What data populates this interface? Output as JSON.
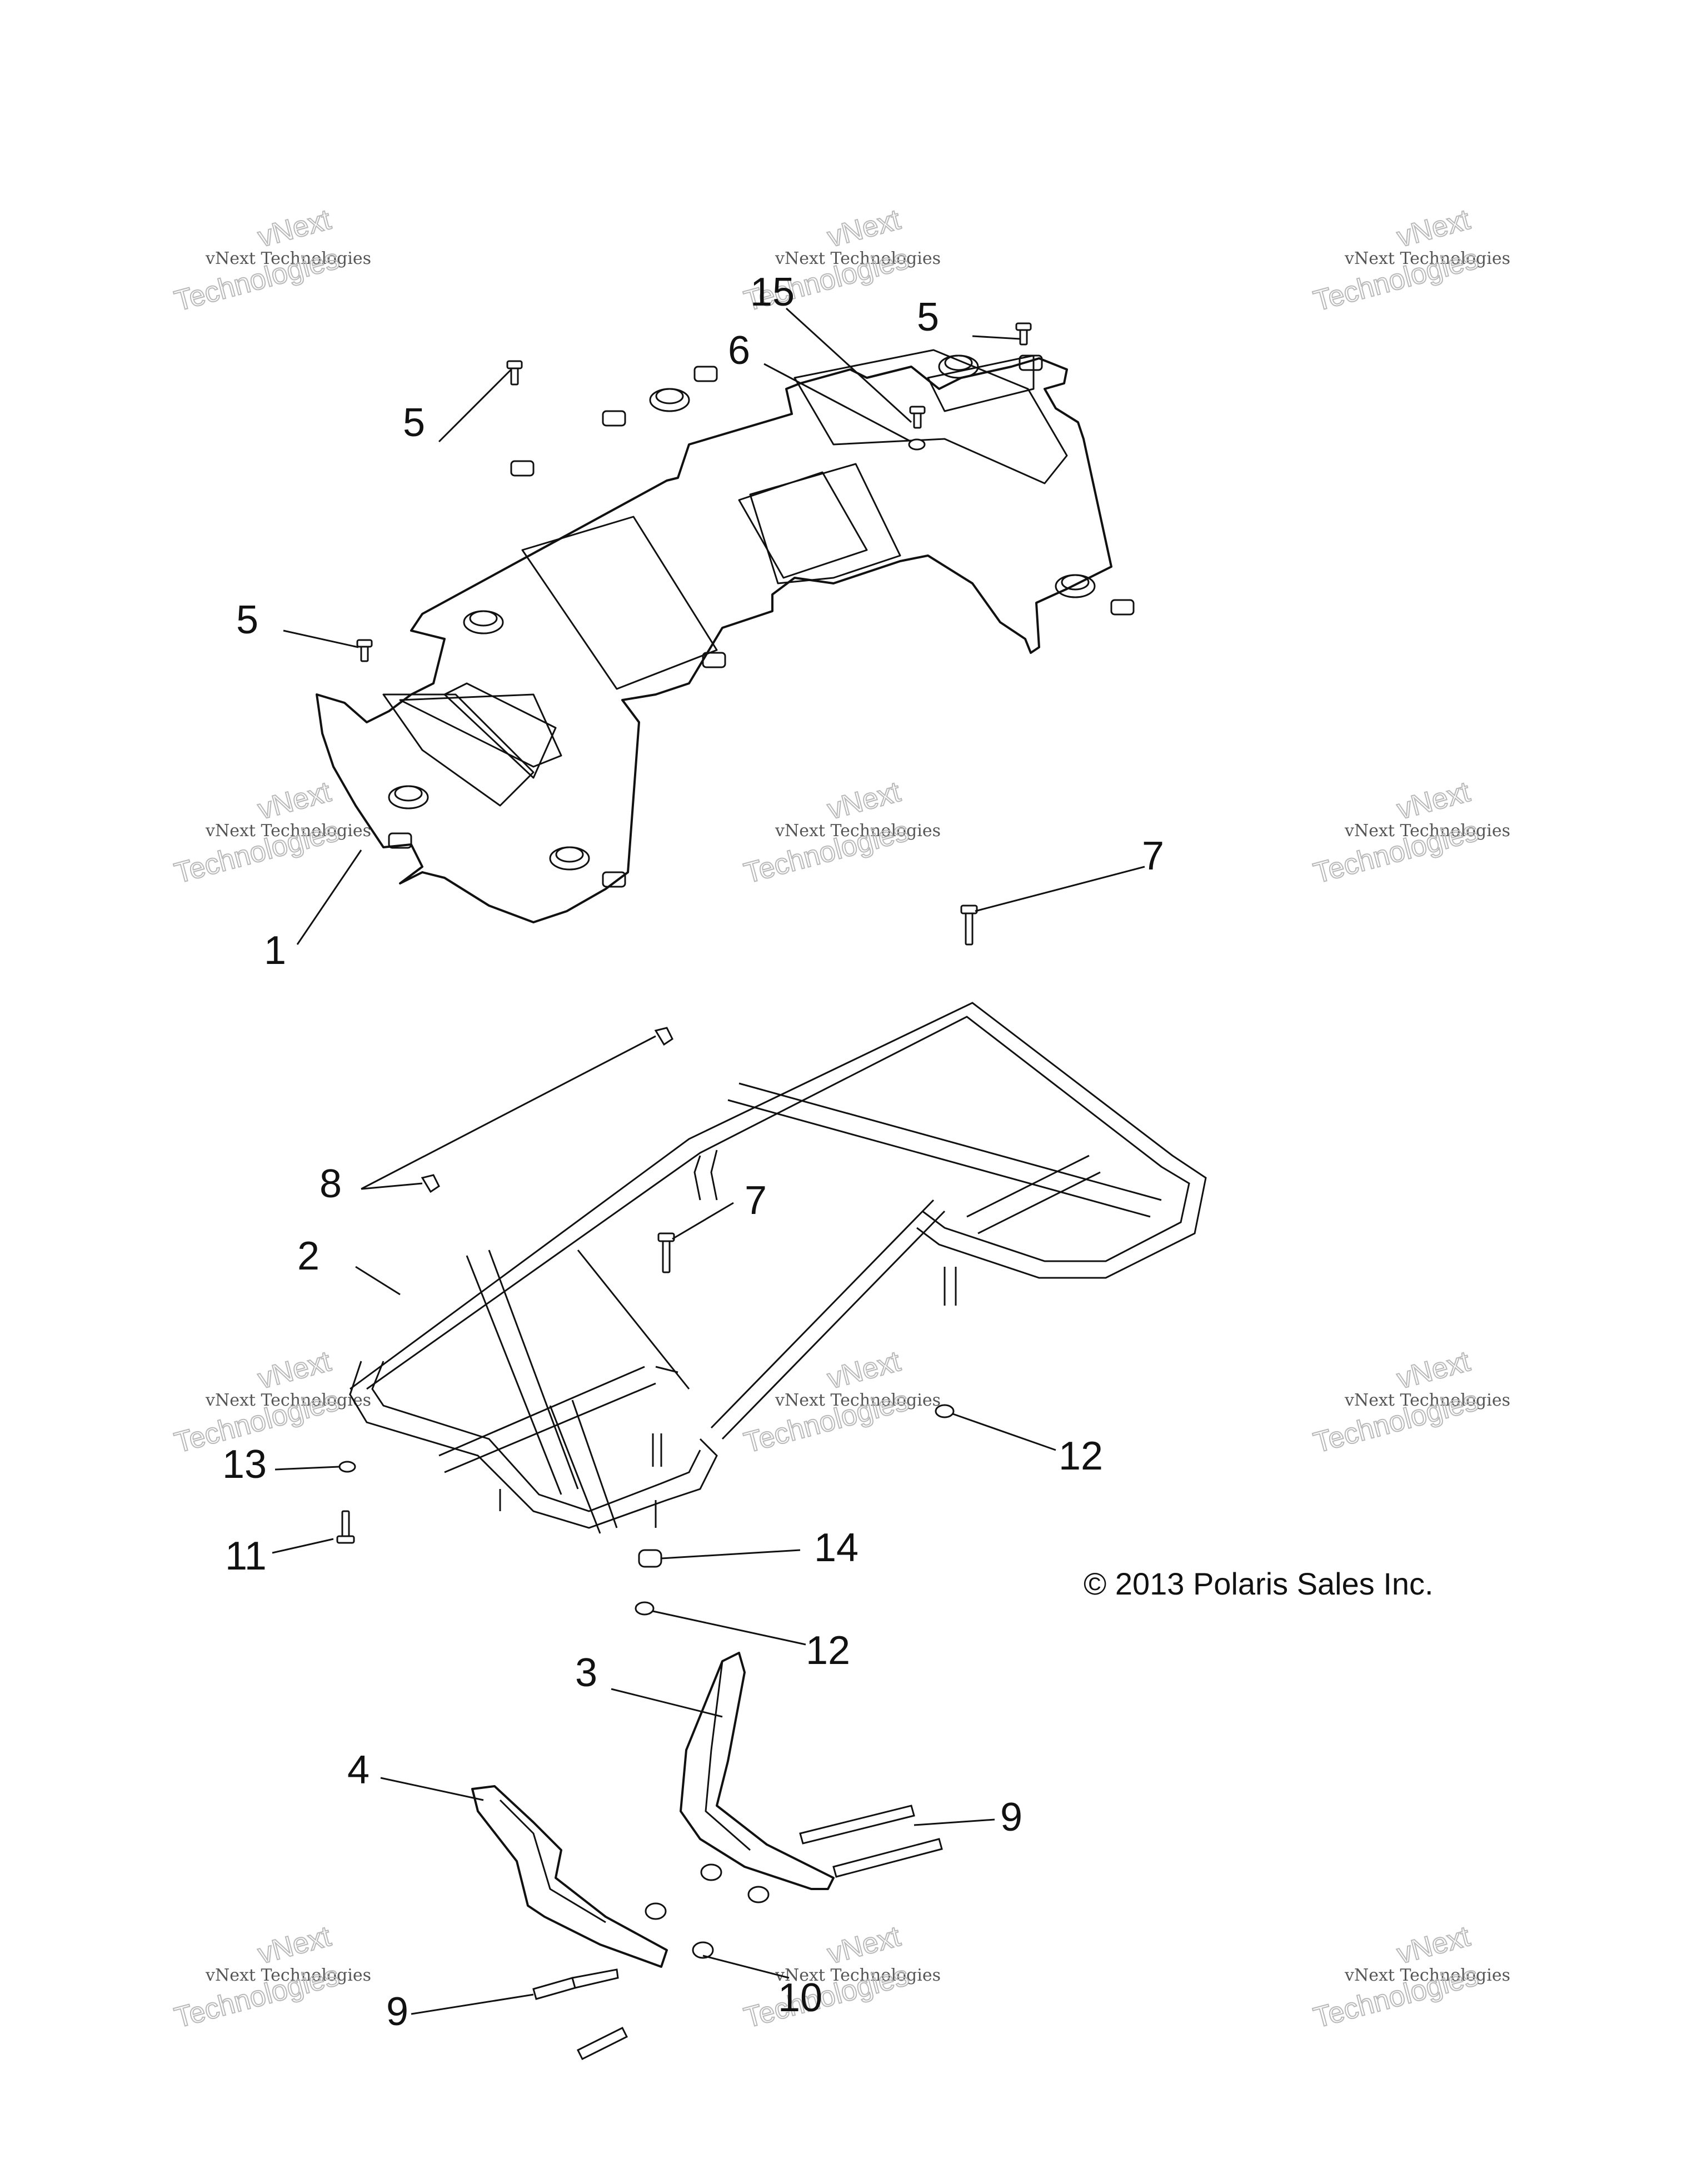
{
  "watermark": {
    "line1": "vNext",
    "line2": "vNext Technologies",
    "line3": "Technologies"
  },
  "copyright": "© 2013 Polaris Sales Inc.",
  "callouts": [
    {
      "id": "c15",
      "label": "15"
    },
    {
      "id": "c5a",
      "label": "5"
    },
    {
      "id": "c6",
      "label": "6"
    },
    {
      "id": "c5b",
      "label": "5"
    },
    {
      "id": "c5c",
      "label": "5"
    },
    {
      "id": "c1",
      "label": "1"
    },
    {
      "id": "c7a",
      "label": "7"
    },
    {
      "id": "c8",
      "label": "8"
    },
    {
      "id": "c7b",
      "label": "7"
    },
    {
      "id": "c2",
      "label": "2"
    },
    {
      "id": "c12a",
      "label": "12"
    },
    {
      "id": "c13",
      "label": "13"
    },
    {
      "id": "c11",
      "label": "11"
    },
    {
      "id": "c14",
      "label": "14"
    },
    {
      "id": "c12b",
      "label": "12"
    },
    {
      "id": "c3",
      "label": "3"
    },
    {
      "id": "c4",
      "label": "4"
    },
    {
      "id": "c9a",
      "label": "9"
    },
    {
      "id": "c9b",
      "label": "9"
    },
    {
      "id": "c10",
      "label": "10"
    }
  ]
}
